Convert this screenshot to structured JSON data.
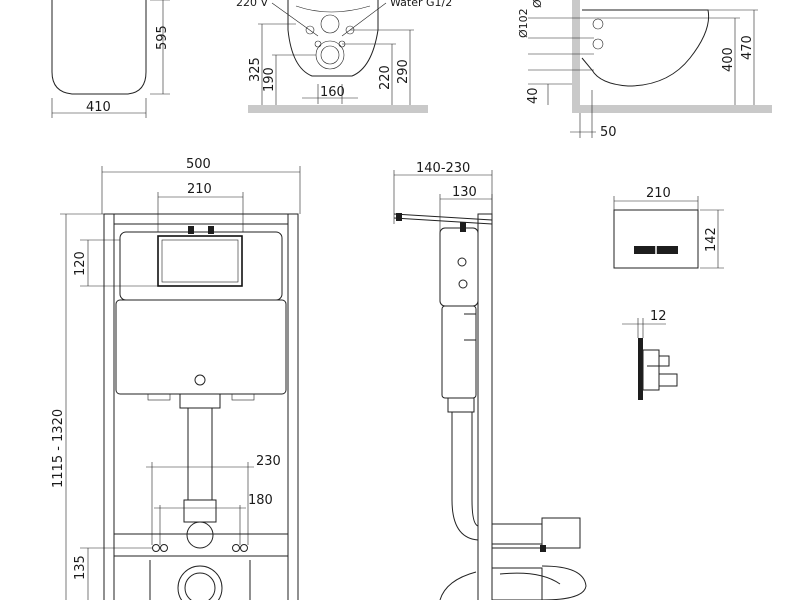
{
  "labels": {
    "power": "220 V",
    "water": "Water G1/2",
    "phi_small": "Ø",
    "phi102": "Ø102"
  },
  "dims": {
    "bowl_height": "595",
    "bowl_width": "410",
    "d325": "325",
    "d190": "190",
    "d160": "160",
    "d220": "220",
    "d290": "290",
    "d400": "400",
    "d470": "470",
    "d40": "40",
    "d50": "50",
    "frame_width": "500",
    "frame_inner": "210",
    "d120": "120",
    "d230": "230",
    "d180": "180",
    "d135": "135",
    "frame_height": "1115 - 1320",
    "side_depth": "140-230",
    "side_tank": "130",
    "plate_width": "210",
    "plate_height": "142",
    "plate_thick": "12"
  },
  "colors": {
    "line": "#222222",
    "floor": "#c9c9c9",
    "text": "#1a1a1a"
  }
}
